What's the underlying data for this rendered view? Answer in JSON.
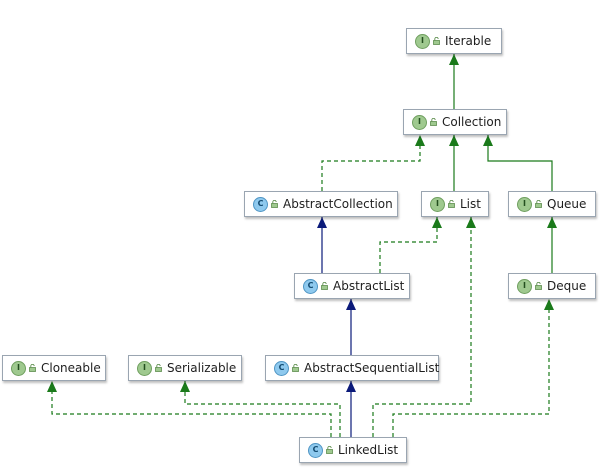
{
  "nodes": [
    {
      "id": "iterable",
      "name": "Iterable",
      "kind": "I"
    },
    {
      "id": "collection",
      "name": "Collection",
      "kind": "I"
    },
    {
      "id": "abstractcollection",
      "name": "AbstractCollection",
      "kind": "C"
    },
    {
      "id": "list",
      "name": "List",
      "kind": "I"
    },
    {
      "id": "queue",
      "name": "Queue",
      "kind": "I"
    },
    {
      "id": "abstractlist",
      "name": "AbstractList",
      "kind": "C"
    },
    {
      "id": "deque",
      "name": "Deque",
      "kind": "I"
    },
    {
      "id": "cloneable",
      "name": "Cloneable",
      "kind": "I"
    },
    {
      "id": "serializable",
      "name": "Serializable",
      "kind": "I"
    },
    {
      "id": "abstractsequentiallist",
      "name": "AbstractSequentialList",
      "kind": "C"
    },
    {
      "id": "linkedlist",
      "name": "LinkedList",
      "kind": "C"
    }
  ],
  "edges": [
    {
      "from": "collection",
      "to": "iterable",
      "type": "extends-interface"
    },
    {
      "from": "abstractcollection",
      "to": "collection",
      "type": "implements"
    },
    {
      "from": "list",
      "to": "collection",
      "type": "extends-interface"
    },
    {
      "from": "queue",
      "to": "collection",
      "type": "extends-interface"
    },
    {
      "from": "abstractlist",
      "to": "abstractcollection",
      "type": "extends-class"
    },
    {
      "from": "abstractlist",
      "to": "list",
      "type": "implements"
    },
    {
      "from": "deque",
      "to": "queue",
      "type": "extends-interface"
    },
    {
      "from": "abstractsequentiallist",
      "to": "abstractlist",
      "type": "extends-class"
    },
    {
      "from": "linkedlist",
      "to": "abstractsequentiallist",
      "type": "extends-class"
    },
    {
      "from": "linkedlist",
      "to": "cloneable",
      "type": "implements"
    },
    {
      "from": "linkedlist",
      "to": "serializable",
      "type": "implements"
    },
    {
      "from": "linkedlist",
      "to": "list",
      "type": "implements"
    },
    {
      "from": "linkedlist",
      "to": "deque",
      "type": "implements"
    }
  ],
  "colors": {
    "interface_edge": "#1a7a1a",
    "class_edge": "#0b1a7a",
    "interface_badge": "#9fc98f",
    "class_badge": "#8ec9ee",
    "node_border": "#9aa5b1"
  }
}
